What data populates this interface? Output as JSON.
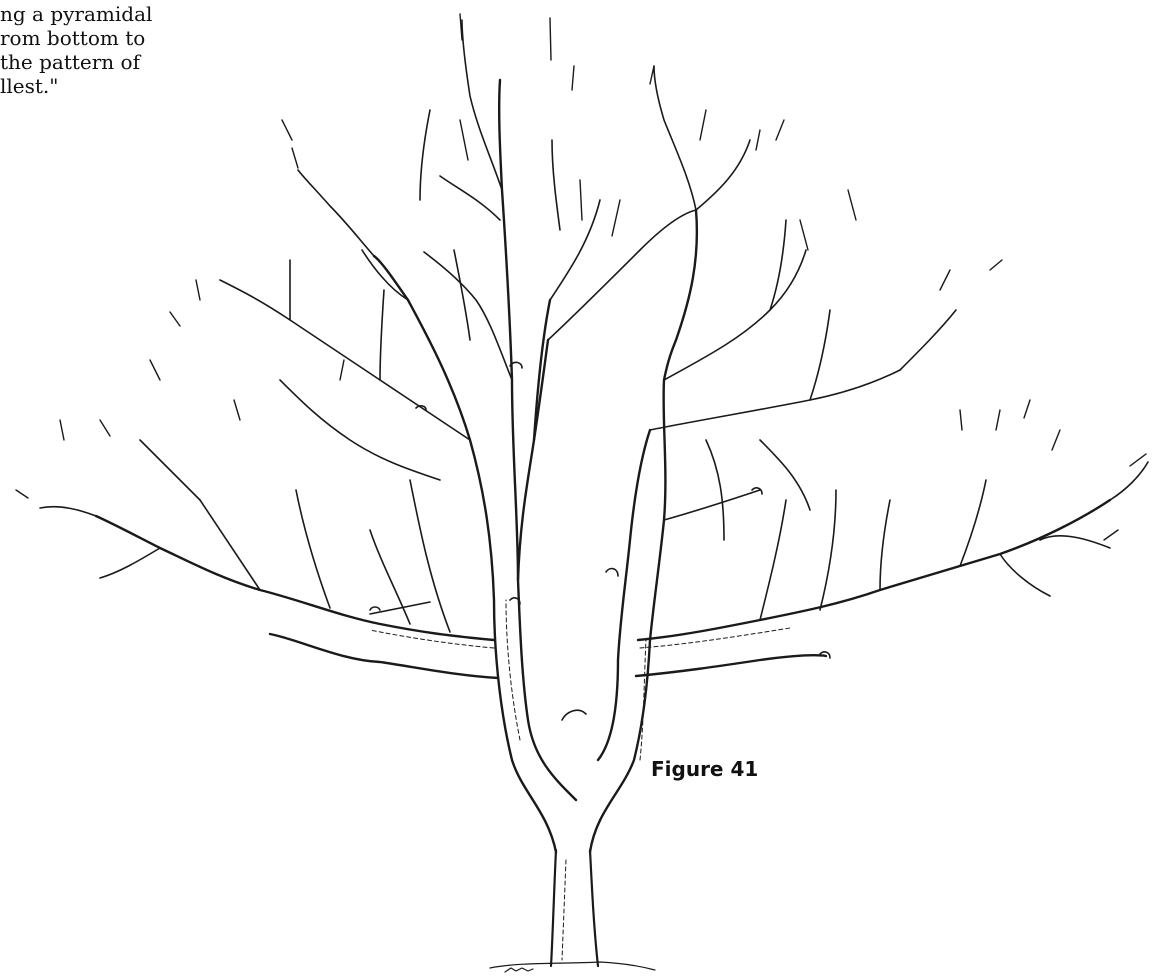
{
  "page": {
    "caption_lines": [
      "ng a pyramidal",
      "rom bottom to",
      " the pattern of",
      "llest.\""
    ],
    "figure_label": "Figure 41",
    "illustration_icon": "pruned-tree-illustration-icon"
  }
}
